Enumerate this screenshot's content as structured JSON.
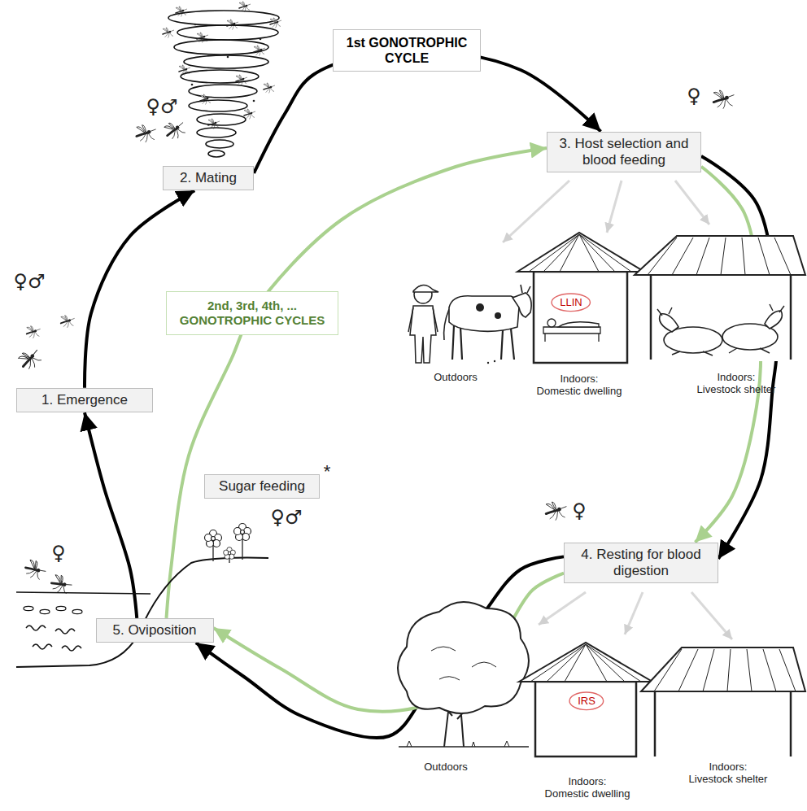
{
  "diagram": {
    "nodes": [
      {
        "text": [
          "1. Emergence"
        ]
      },
      {
        "text": [
          "2. Mating"
        ]
      },
      {
        "text": [
          "3. Host selection and blood feeding"
        ]
      },
      {
        "text": [
          "LLIN"
        ]
      },
      {
        "text": [
          "4. Resting for blood digestion"
        ]
      },
      {
        "text": [
          "IRS"
        ]
      },
      {
        "text": [
          "5. Oviposition"
        ]
      },
      {
        "text": [
          "Sugar feeding"
        ]
      }
    ],
    "edges": [
      {
        "from": 0,
        "to": 1,
        "arrow": "to"
      },
      {
        "from": 1,
        "to": 2,
        "label": "1st GONOTROPHIC CYCLE",
        "arrow": "to"
      },
      {
        "from": 2,
        "to": 4,
        "arrow": "to"
      },
      {
        "from": 2,
        "to": 4,
        "arrow": "to"
      },
      {
        "from": 4,
        "to": 6,
        "arrow": "to"
      },
      {
        "from": 4,
        "to": 6,
        "arrow": "to"
      },
      {
        "from": 6,
        "to": 0,
        "arrow": "to"
      },
      {
        "from": 6,
        "to": 2,
        "label": "2nd, 3rd, 4th, ... GONOTROPHIC CYCLES",
        "arrow": "to"
      }
    ],
    "labels": [
      "♀♂",
      "♀♂",
      "♀",
      "Outdoors",
      "Indoors: Domestic dwelling",
      "Indoors: Livestock shelter",
      "♀",
      "*",
      "♀♂",
      "♀",
      "Outdoors",
      "Indoors: Domestic dwelling",
      "Indoors: Livestock shelter"
    ]
  }
}
